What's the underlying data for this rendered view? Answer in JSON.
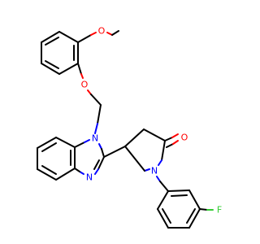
{
  "colors": {
    "background": "#ffffff",
    "carbon": "#000000",
    "nitrogen": "#0000ff",
    "oxygen": "#ff0000",
    "fluorine": "#33cc33"
  },
  "atoms": {
    "methoxy_carbon": "",
    "methoxy_oxygen": "O",
    "ether_oxygen": "O",
    "n1_benzimidazole": "N",
    "n3_benzimidazole": "N",
    "lactam_oxygen": "O",
    "lactam_nitrogen": "N",
    "fluorine": "F"
  }
}
